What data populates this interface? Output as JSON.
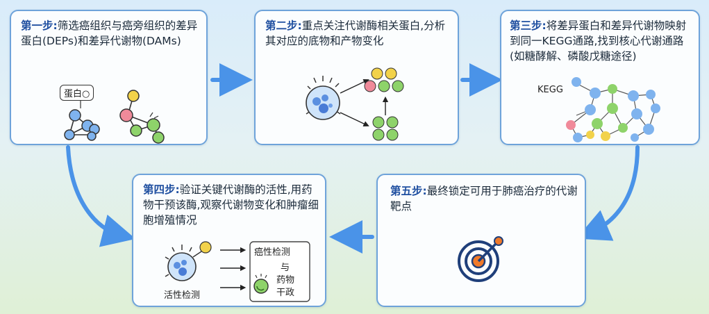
{
  "steps": {
    "step1": {
      "label": "第一步:",
      "text": "筛选癌组织与癌旁组织的差异蛋白(DEPs)和差异代谢物(DAMs)",
      "protein_label": "蛋白○"
    },
    "step2": {
      "label": "第二步:",
      "text": "重点关注代谢酶相关蛋白,分析其对应的底物和产物变化"
    },
    "step3": {
      "label": "第三步:",
      "text": "将差异蛋白和差异代谢物映射到同一KEGG通路,找到核心代谢通路(如糖酵解、磷酸戊糖途径)",
      "kegg_label": "KEGG"
    },
    "step4": {
      "label": "第四步:",
      "text": "验证关键代谢酶的活性,用药物干预该酶,观察代谢物变化和肿瘤细胞增殖情况",
      "activity_label": "活性检测",
      "result_line1": "癌性检测",
      "result_line2": "与",
      "result_line3": "药物",
      "result_line4": "干政"
    },
    "step5": {
      "label": "第五步:",
      "text": "最终锁定可用于肺癌治疗的代谢靶点"
    }
  },
  "colors": {
    "card_border": "#6ea3da",
    "arrow": "#4a93e8",
    "step_label": "#1f4fa0",
    "node_blue": "#7fb3ee",
    "node_green": "#8ed36a",
    "node_yellow": "#f2d24a",
    "node_pink": "#f08a9a",
    "target_navy": "#1f3f7a",
    "target_orange": "#f07a2a"
  },
  "icons": [
    "protein-network-icon",
    "cell-icon",
    "kegg-network-icon",
    "target-icon",
    "enzyme-check-icon"
  ]
}
